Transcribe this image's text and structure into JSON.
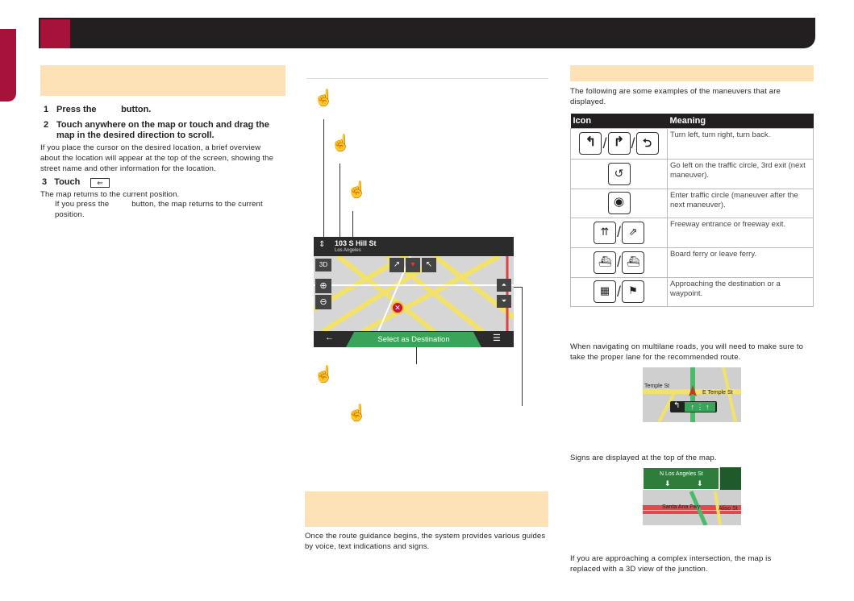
{
  "left": {
    "steps": [
      {
        "num": "1",
        "text": "Press the          button."
      },
      {
        "num": "2",
        "text": "Touch anywhere on the map or touch and drag the map in the desired direction to scroll."
      }
    ],
    "para1": "If you place the cursor on the desired location, a brief overview about the location will appear at the top of the screen, showing the street name and other information for the location.",
    "step3_num": "3",
    "step3_text": "Touch",
    "step3_result": "The map returns to the current position.",
    "note": "If you press the          button, the map returns to the current position."
  },
  "middle": {
    "map": {
      "address": "103 S Hill St",
      "city": "Los Angeles",
      "view_label": "3D",
      "select_label": "Select as Destination",
      "back_glyph": "←",
      "menu_glyph": "☰"
    },
    "bottom_para": "Once the route guidance begins, the system provides various guides by voice, text indications and signs."
  },
  "right": {
    "intro": "The following are some examples of the maneuvers that are displayed.",
    "table": {
      "headers": [
        "Icon",
        "Meaning"
      ],
      "rows": [
        {
          "meaning": "Turn left, turn right, turn back."
        },
        {
          "meaning": "Go left on the traffic circle, 3rd exit (next maneuver)."
        },
        {
          "meaning": "Enter traffic circle (maneuver after the next maneuver)."
        },
        {
          "meaning": "Freeway entrance or freeway exit."
        },
        {
          "meaning": "Board ferry or leave ferry."
        },
        {
          "meaning": "Approaching the destination or a waypoint."
        }
      ]
    },
    "lane_para": "When navigating on multilane roads, you will need to make sure to take the proper lane for the recommended route.",
    "lane_street": "E Temple St",
    "lane_street2": "Temple St",
    "sign_para": "Signs are displayed at the top of the map.",
    "sign_text": "N Los Angeles St",
    "sign_street": "Santa Ana Fwy",
    "sign_street2": "Aliso St",
    "junction_para": "If you are approaching a complex intersection, the map is replaced with a 3D view of the junction."
  }
}
